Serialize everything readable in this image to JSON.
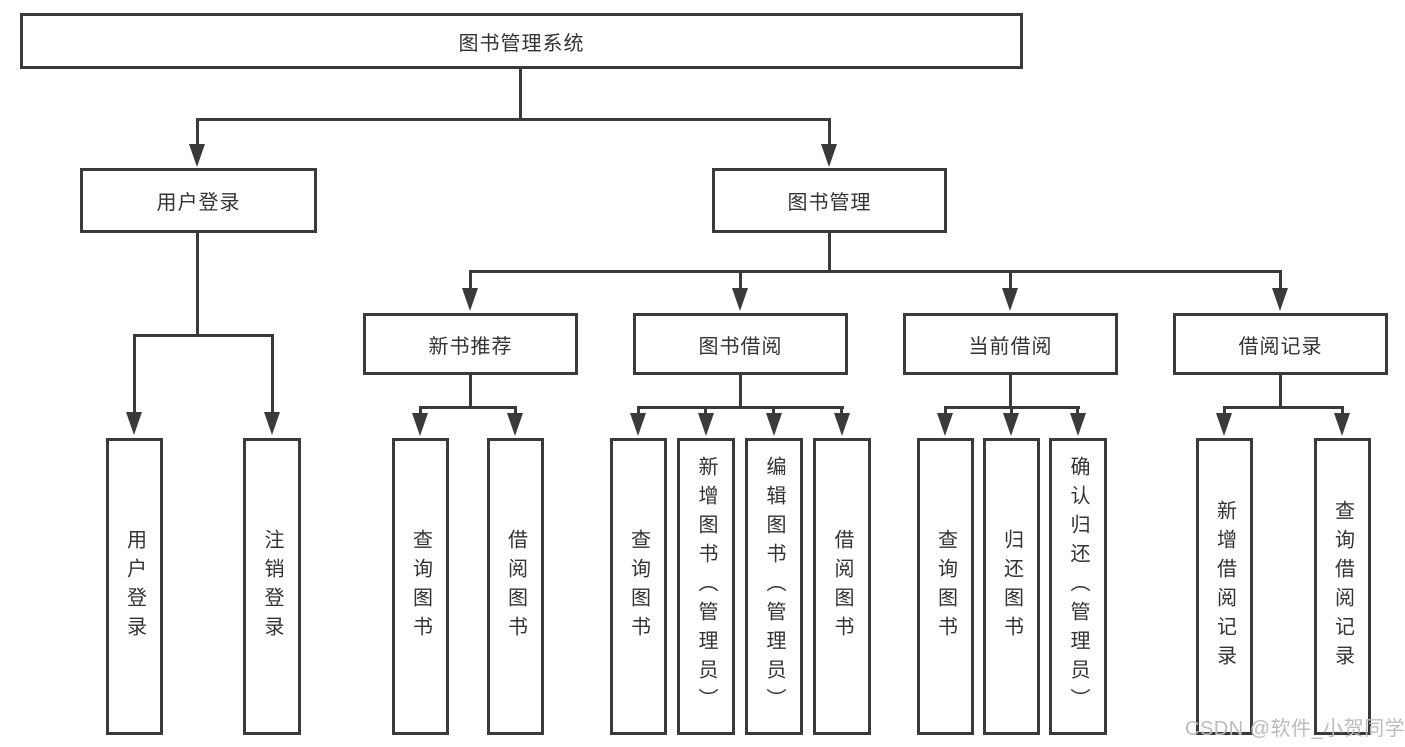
{
  "page": {
    "background": "#ffffff"
  },
  "diagram": {
    "type": "hierarchy-tree",
    "line_color": "#3a3a3a",
    "text_color": "#333333",
    "tree": {
      "label": "图书管理系统",
      "children": [
        {
          "label": "用户登录",
          "children": [
            {
              "label": "用户登录"
            },
            {
              "label": "注销登录"
            }
          ]
        },
        {
          "label": "图书管理",
          "children": [
            {
              "label": "新书推荐",
              "children": [
                {
                  "label": "查询图书"
                },
                {
                  "label": "借阅图书"
                }
              ]
            },
            {
              "label": "图书借阅",
              "children": [
                {
                  "label": "查询图书"
                },
                {
                  "label": "新增图书（管理员）"
                },
                {
                  "label": "编辑图书（管理员）"
                },
                {
                  "label": "借阅图书"
                }
              ]
            },
            {
              "label": "当前借阅",
              "children": [
                {
                  "label": "查询图书"
                },
                {
                  "label": "归还图书"
                },
                {
                  "label": "确认归还（管理员）"
                }
              ]
            },
            {
              "label": "借阅记录",
              "children": [
                {
                  "label": "新增借阅记录"
                },
                {
                  "label": "查询借阅记录"
                }
              ]
            }
          ]
        }
      ]
    }
  },
  "watermark": {
    "text": "CSDN @软件_小贺同学",
    "color": "#bcbcbc"
  }
}
